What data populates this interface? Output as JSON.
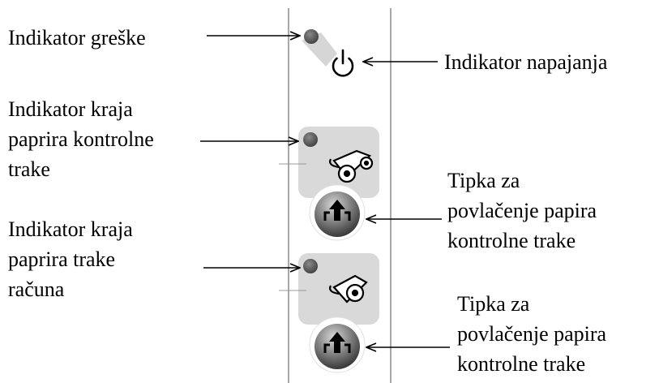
{
  "labels": {
    "error_indicator": "Indikator  greške",
    "power_indicator": "Indikator  napajanja",
    "control_tape_end_indicator": "Indikator  kraja\npaprira kontrolne\ntrake",
    "control_tape_feed_button": "Tipka za\npovlačenje papira\nkontrolne trake",
    "receipt_tape_end_indicator": "Indikator  kraja\npaprira trake\nračuna",
    "receipt_tape_feed_button": "Tipka za\npovlačenje papira\nkontrolne trake"
  },
  "icons": {
    "led": "led-indicator-icon",
    "power": "power-icon",
    "paper_roll": "paper-roll-icon",
    "feed": "paper-feed-icon"
  },
  "colors": {
    "panel_border": "#a8a8a8",
    "segment_bg": "#d9d9d9",
    "led": "#5a5a5a",
    "button_dark": "#3a3a3a",
    "button_light": "#cfcfcf"
  }
}
